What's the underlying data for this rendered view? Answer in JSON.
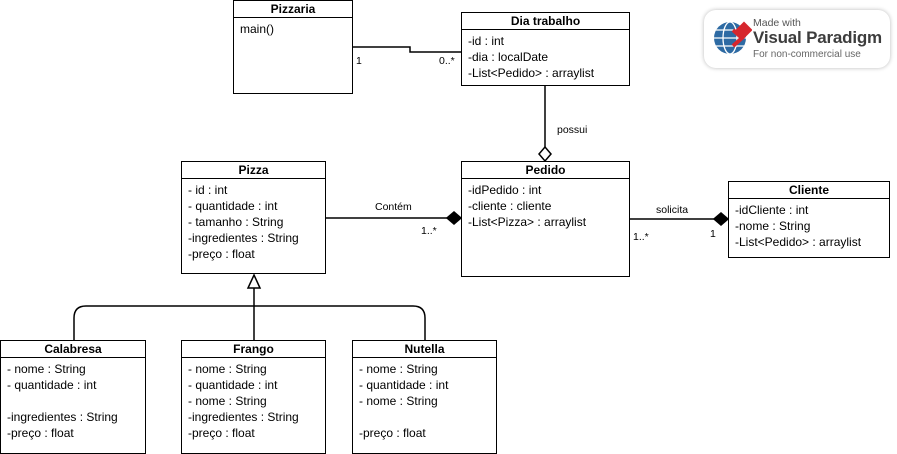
{
  "classes": {
    "pizzaria": {
      "name": "Pizzaria",
      "members": [
        "main()"
      ]
    },
    "dia_trabalho": {
      "name": "Dia trabalho",
      "members": [
        "-id : int",
        "-dia : localDate",
        "-List<Pedido> : arraylist"
      ]
    },
    "pizza": {
      "name": "Pizza",
      "members": [
        "- id : int",
        "- quantidade : int",
        "- tamanho : String",
        "-ingredientes : String",
        "-preço : float"
      ]
    },
    "pedido": {
      "name": "Pedido",
      "members": [
        "-idPedido : int",
        "-cliente : cliente",
        "-List<Pizza> : arraylist"
      ]
    },
    "cliente": {
      "name": "Cliente",
      "members": [
        "-idCliente : int",
        "-nome : String",
        "-List<Pedido> : arraylist"
      ]
    },
    "calabresa": {
      "name": "Calabresa",
      "members": [
        "- nome : String",
        "- quantidade : int",
        "",
        "-ingredientes : String",
        "-preço : float"
      ]
    },
    "frango": {
      "name": "Frango",
      "members": [
        "- nome : String",
        "- quantidade : int",
        "- nome : String",
        "-ingredientes : String",
        "-preço : float"
      ]
    },
    "nutella": {
      "name": "Nutella",
      "members": [
        "- nome : String",
        "- quantidade : int",
        "- nome : String",
        "",
        "-preço : float"
      ]
    }
  },
  "edges": {
    "pizzaria_dia": {
      "source_mult": "1",
      "target_mult": "0..*"
    },
    "dia_pedido": {
      "label": "possui"
    },
    "pizza_pedido": {
      "label": "Contém",
      "mult": "1..*"
    },
    "pedido_cliente": {
      "label": "solicita",
      "source_mult": "1..*",
      "target_mult": "1"
    }
  },
  "watermark": {
    "line1": "Made with",
    "line2": "Visual Paradigm",
    "line3": "For non-commercial use"
  }
}
